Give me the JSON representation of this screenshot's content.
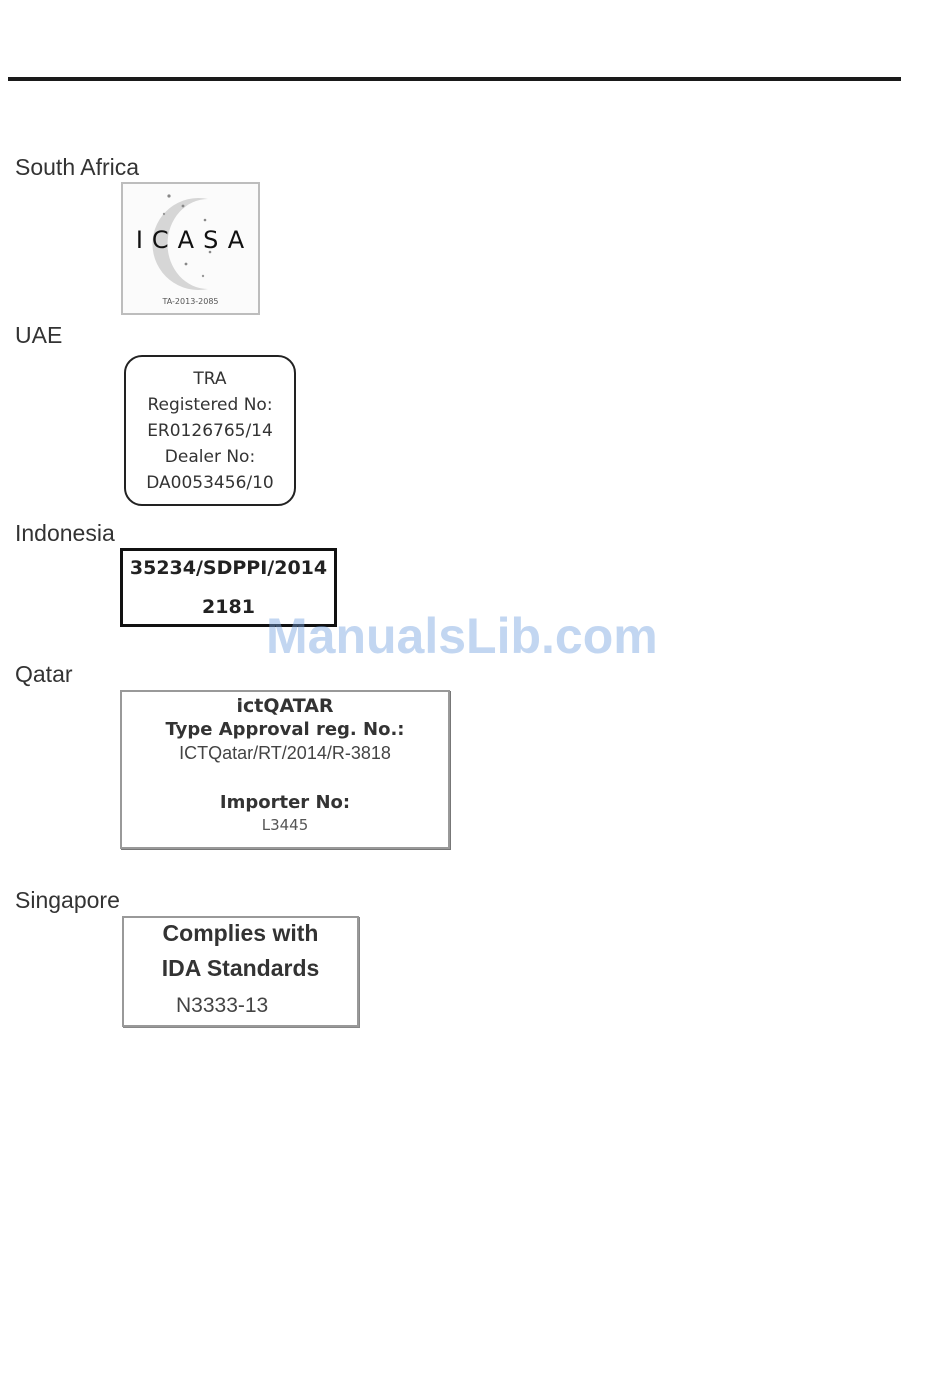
{
  "countries": [
    {
      "name": "South Africa"
    },
    {
      "name": "UAE"
    },
    {
      "name": "Indonesia"
    },
    {
      "name": "Qatar"
    },
    {
      "name": "Singapore"
    }
  ],
  "icasa": {
    "logo_text": "ICASA",
    "ta_number": "TA-2013-2085"
  },
  "uae_label": {
    "line1": "TRA",
    "line2": "Registered No:",
    "line3": "ER0126765/14",
    "line4": "Dealer No:",
    "line5": "DA0053456/10"
  },
  "indonesia_label": {
    "line1": "35234/SDPPI/2014",
    "line2": "2181"
  },
  "qatar_label": {
    "line1": "ictQATAR",
    "line2": "Type Approval reg. No.:",
    "line3": "ICTQatar/RT/2014/R-3818",
    "line4": "Importer No:",
    "line5": "L3445"
  },
  "singapore_label": {
    "line1": "Complies with",
    "line2": "IDA Standards",
    "line3": "N3333-13"
  },
  "watermark": "ManualsLib.com"
}
